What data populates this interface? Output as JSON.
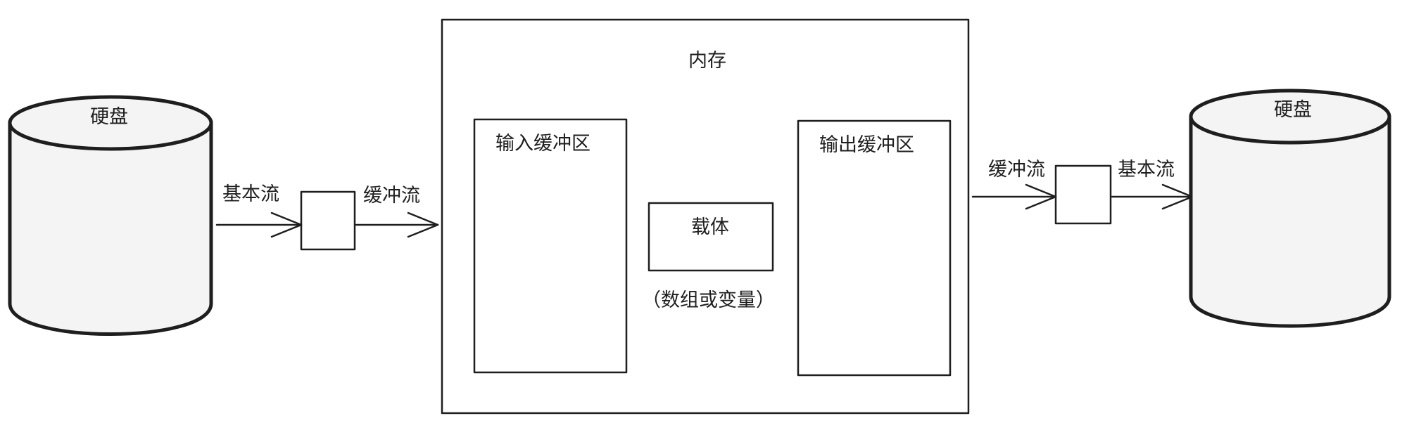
{
  "colors": {
    "stroke": "#1e1e1e",
    "disk_fill": "#f4f4f4",
    "background": "#ffffff"
  },
  "left_disk": {
    "label": "硬盘"
  },
  "right_disk": {
    "label": "硬盘"
  },
  "left_flow": {
    "basic_stream_label": "基本流",
    "buffered_stream_label": "缓冲流"
  },
  "right_flow": {
    "buffered_stream_label": "缓冲流",
    "basic_stream_label": "基本流"
  },
  "memory": {
    "label": "内存",
    "input_buffer_label": "输入缓冲区",
    "output_buffer_label": "输出缓冲区",
    "carrier_label": "载体",
    "carrier_note": "（数组或变量）"
  }
}
